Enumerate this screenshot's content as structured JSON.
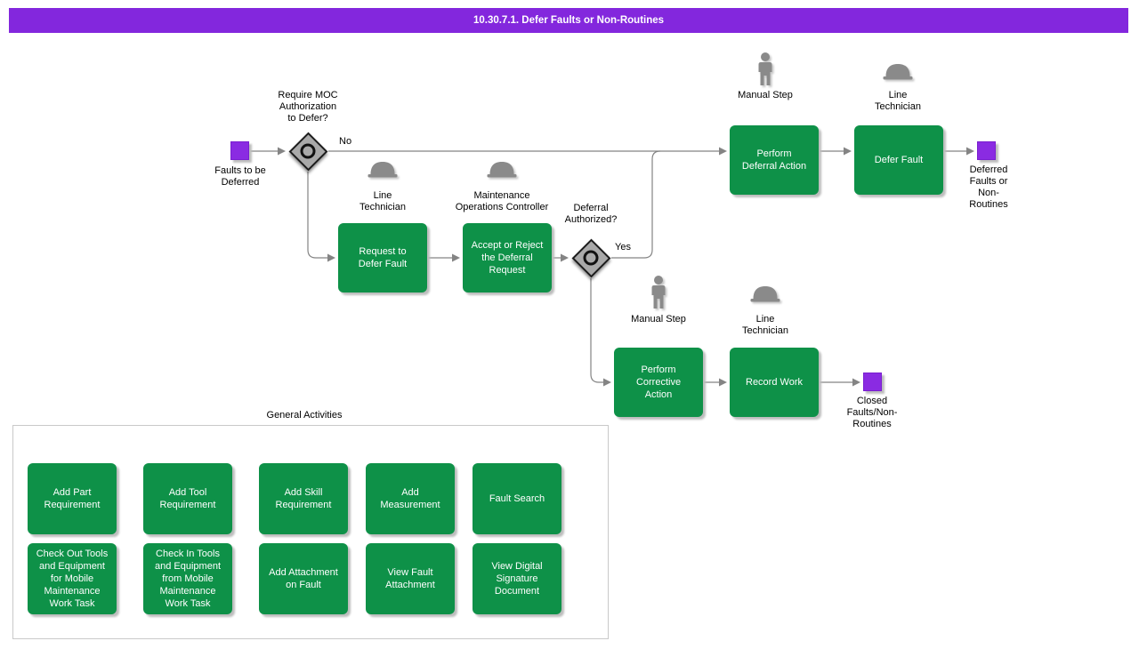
{
  "title_bar": {
    "text": "10.30.7.1. Defer Faults or Non-Routines"
  },
  "colors": {
    "title_bg": "#8327DD",
    "event_purple": "#8A2BE2",
    "task_green": "#0E9148",
    "connector_gray": "#848484",
    "icon_gray": "#8A8A8A"
  },
  "flow": {
    "start_event": {
      "label": "Faults to be\nDeferred"
    },
    "gateway_require_moc": {
      "question": "Require MOC\nAuthorization\nto Defer?",
      "branch_no": "No"
    },
    "gateway_deferral_authorized": {
      "question": "Deferral\nAuthorized?",
      "branch_yes": "Yes"
    },
    "roles": {
      "manual_step_1": "Manual Step",
      "line_technician_defer": "Line\nTechnician",
      "line_technician_request": "Line\nTechnician",
      "maintenance_operations_controller": "Maintenance\nOperations Controller",
      "manual_step_2": "Manual Step",
      "line_technician_record": "Line\nTechnician"
    },
    "tasks": {
      "perform_deferral_action": "Perform\nDeferral Action",
      "defer_fault": "Defer Fault",
      "request_to_defer_fault": "Request to\nDefer Fault",
      "accept_or_reject": "Accept or Reject\nthe Deferral\nRequest",
      "perform_corrective_action": "Perform\nCorrective\nAction",
      "record_work": "Record Work"
    },
    "end_deferred": {
      "label": "Deferred\nFaults or\nNon-\nRoutines"
    },
    "end_closed": {
      "label": "Closed\nFaults/Non-\nRoutines"
    }
  },
  "general_activities": {
    "title": "General Activities",
    "items": [
      "Add Part\nRequirement",
      "Add Tool\nRequirement",
      "Add Skill\nRequirement",
      "Add\nMeasurement",
      "Fault Search",
      "Check Out Tools\nand Equipment\nfor Mobile\nMaintenance\nWork Task",
      "Check In Tools\nand Equipment\nfrom Mobile\nMaintenance\nWork Task",
      "Add Attachment\non Fault",
      "View Fault\nAttachment",
      "View Digital\nSignature\nDocument"
    ]
  }
}
